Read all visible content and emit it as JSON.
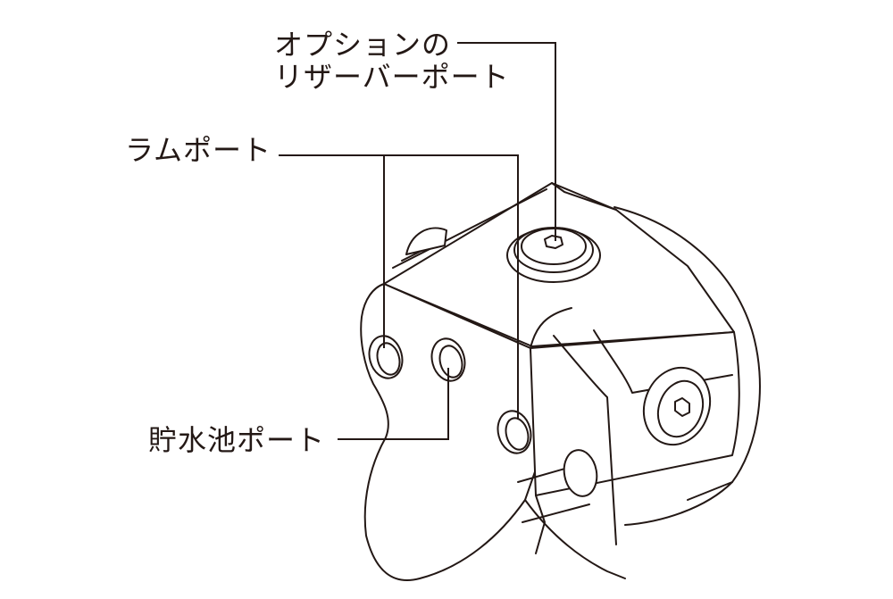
{
  "labels": {
    "riser_port_line1": "オプションの",
    "riser_port_line2": "リザーバーポート",
    "ram_port": "ラムポート",
    "reservoir_port": "貯水池ポート"
  },
  "colors": {
    "line": "#231815",
    "background": "#ffffff"
  }
}
